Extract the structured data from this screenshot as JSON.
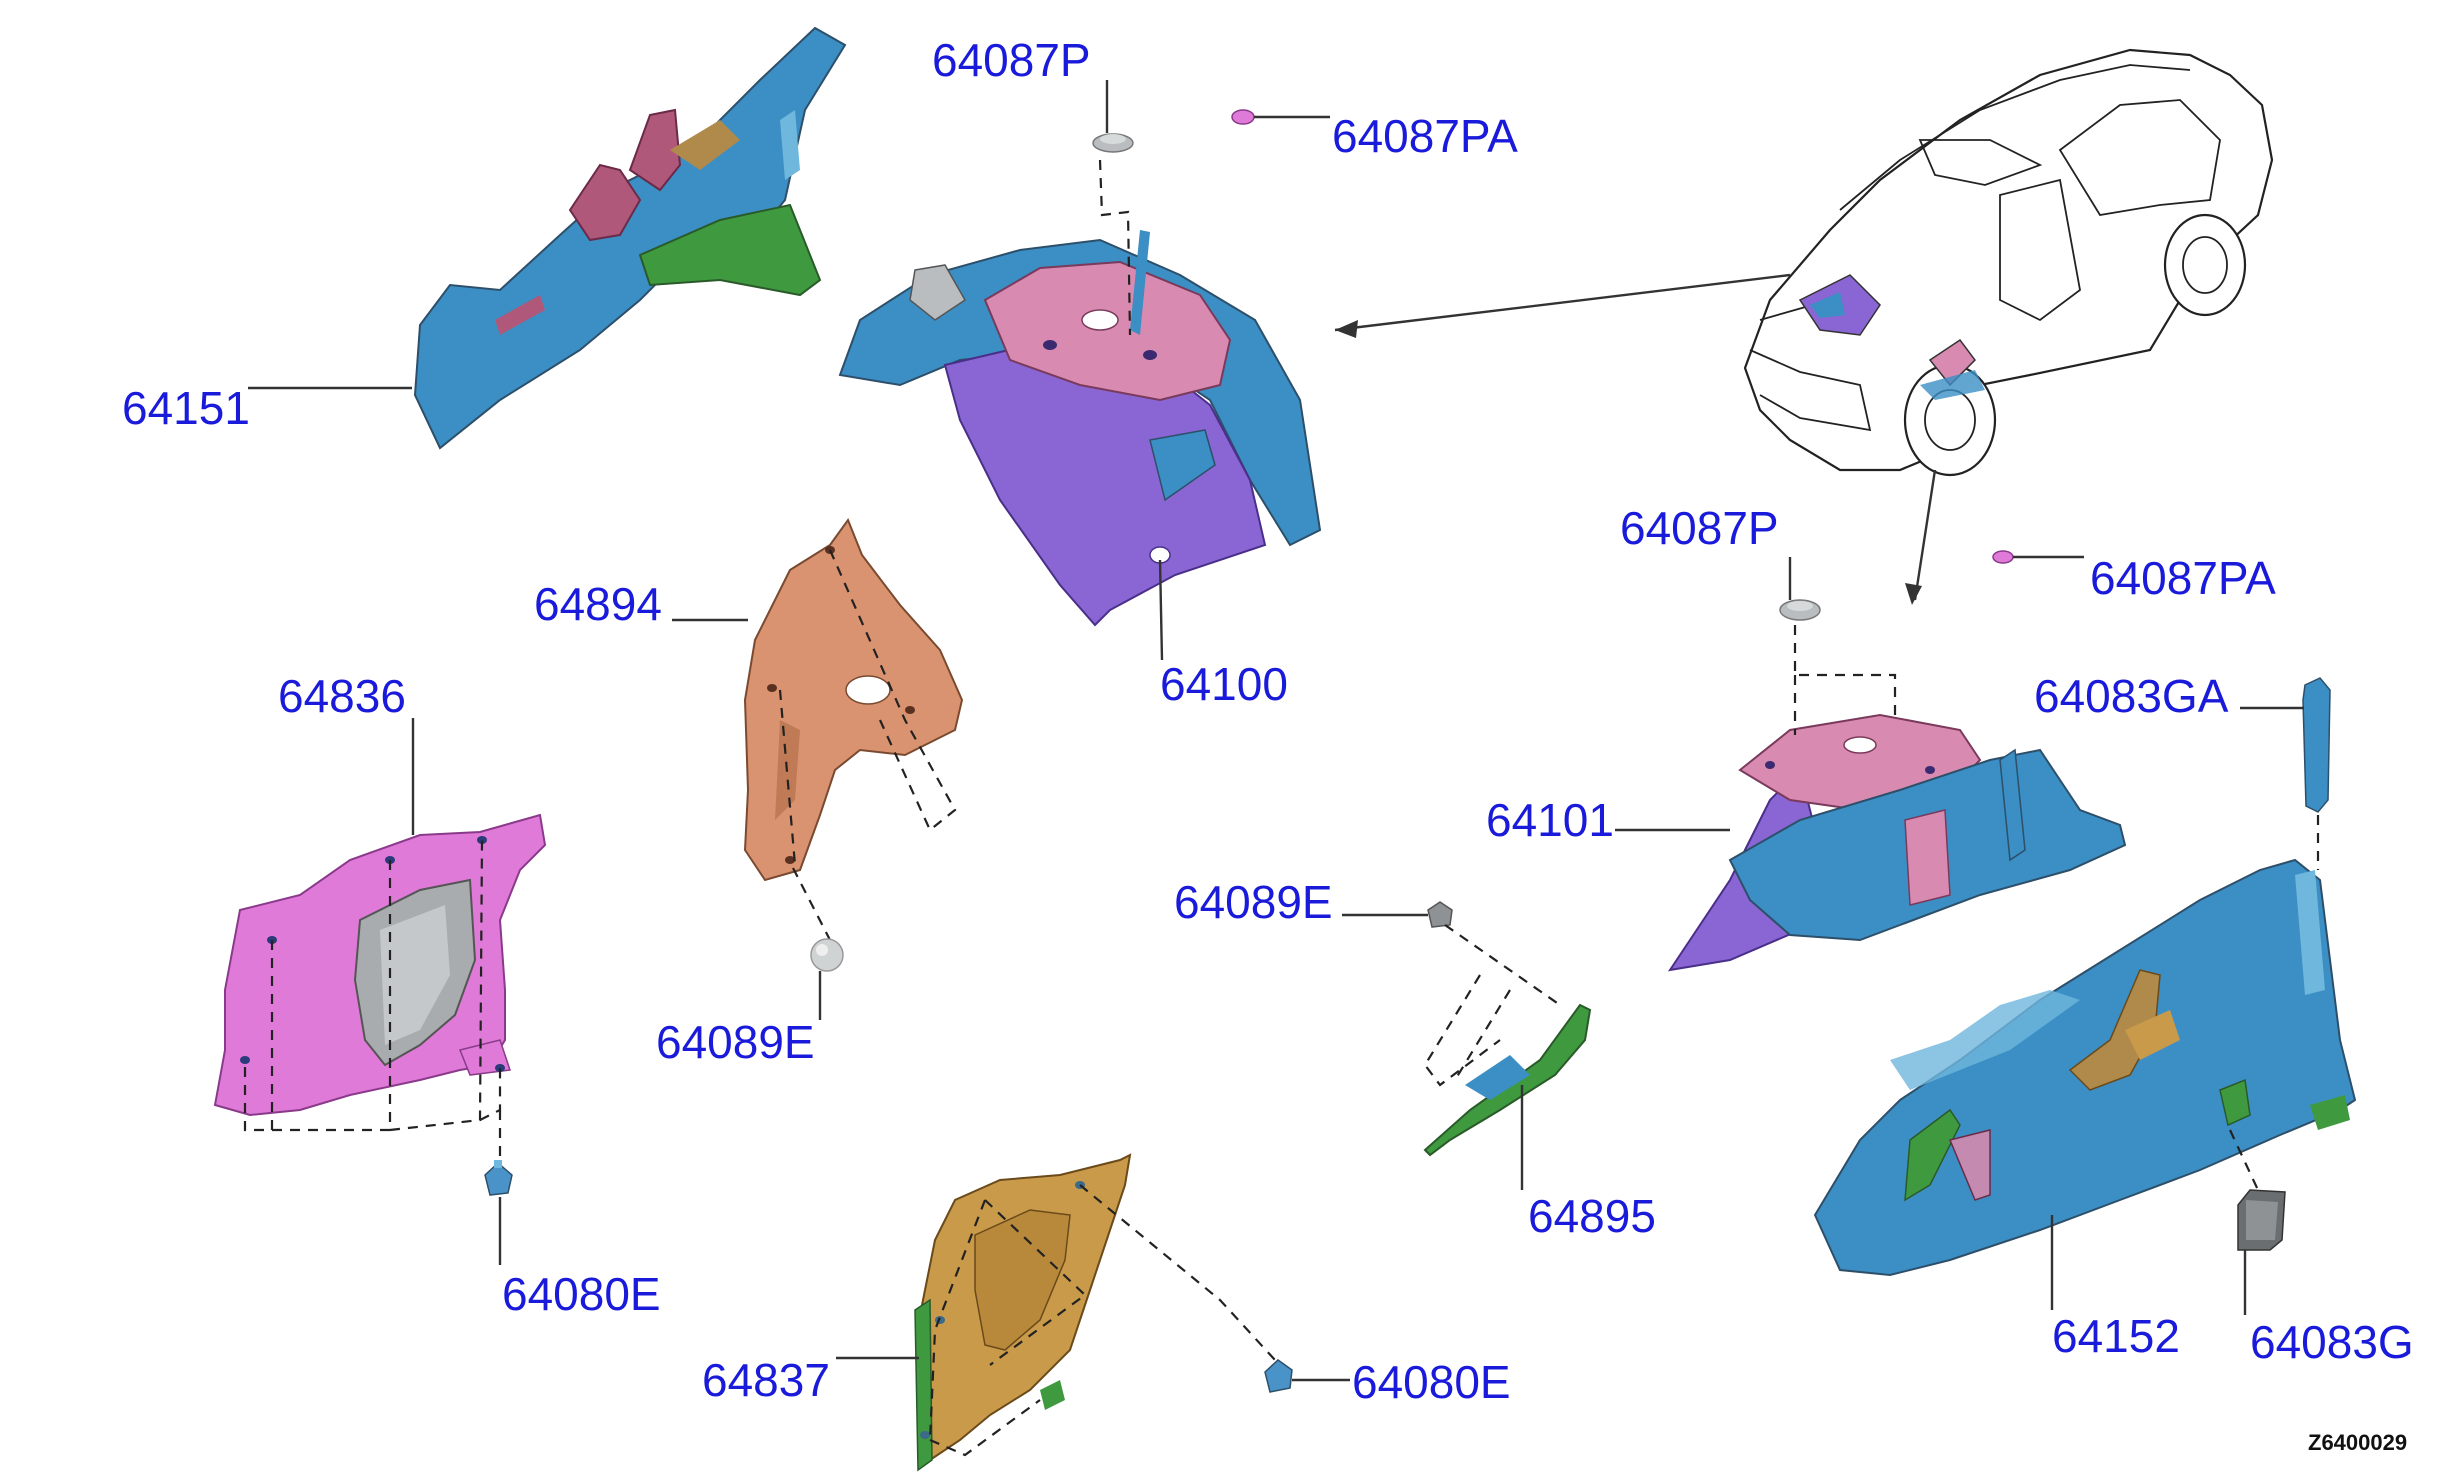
{
  "labels": {
    "p64087p_a": "64087P",
    "p64087pa_a": "64087PA",
    "p64151": "64151",
    "p64100": "64100",
    "p64894": "64894",
    "p64836": "64836",
    "p64089e_a": "64089E",
    "p64080e_a": "64080E",
    "p64837": "64837",
    "p64080e_b": "64080E",
    "p64087p_b": "64087P",
    "p64087pa_b": "64087PA",
    "p64083ga": "64083GA",
    "p64101": "64101",
    "p64089e_b": "64089E",
    "p64895": "64895",
    "p64152": "64152",
    "p64083g": "64083G"
  },
  "diagram_code": "Z6400029",
  "colors": {
    "label": "#1a1adb",
    "blue_panel": "#3b8fc4",
    "purple_panel": "#8a66d4",
    "pink_panel": "#d98ab0",
    "magenta_panel": "#e07ad8",
    "copper_panel": "#d99370",
    "gold_panel": "#c99a4a",
    "green_panel": "#3f9a3f",
    "grey_part": "#b9bdbf"
  }
}
